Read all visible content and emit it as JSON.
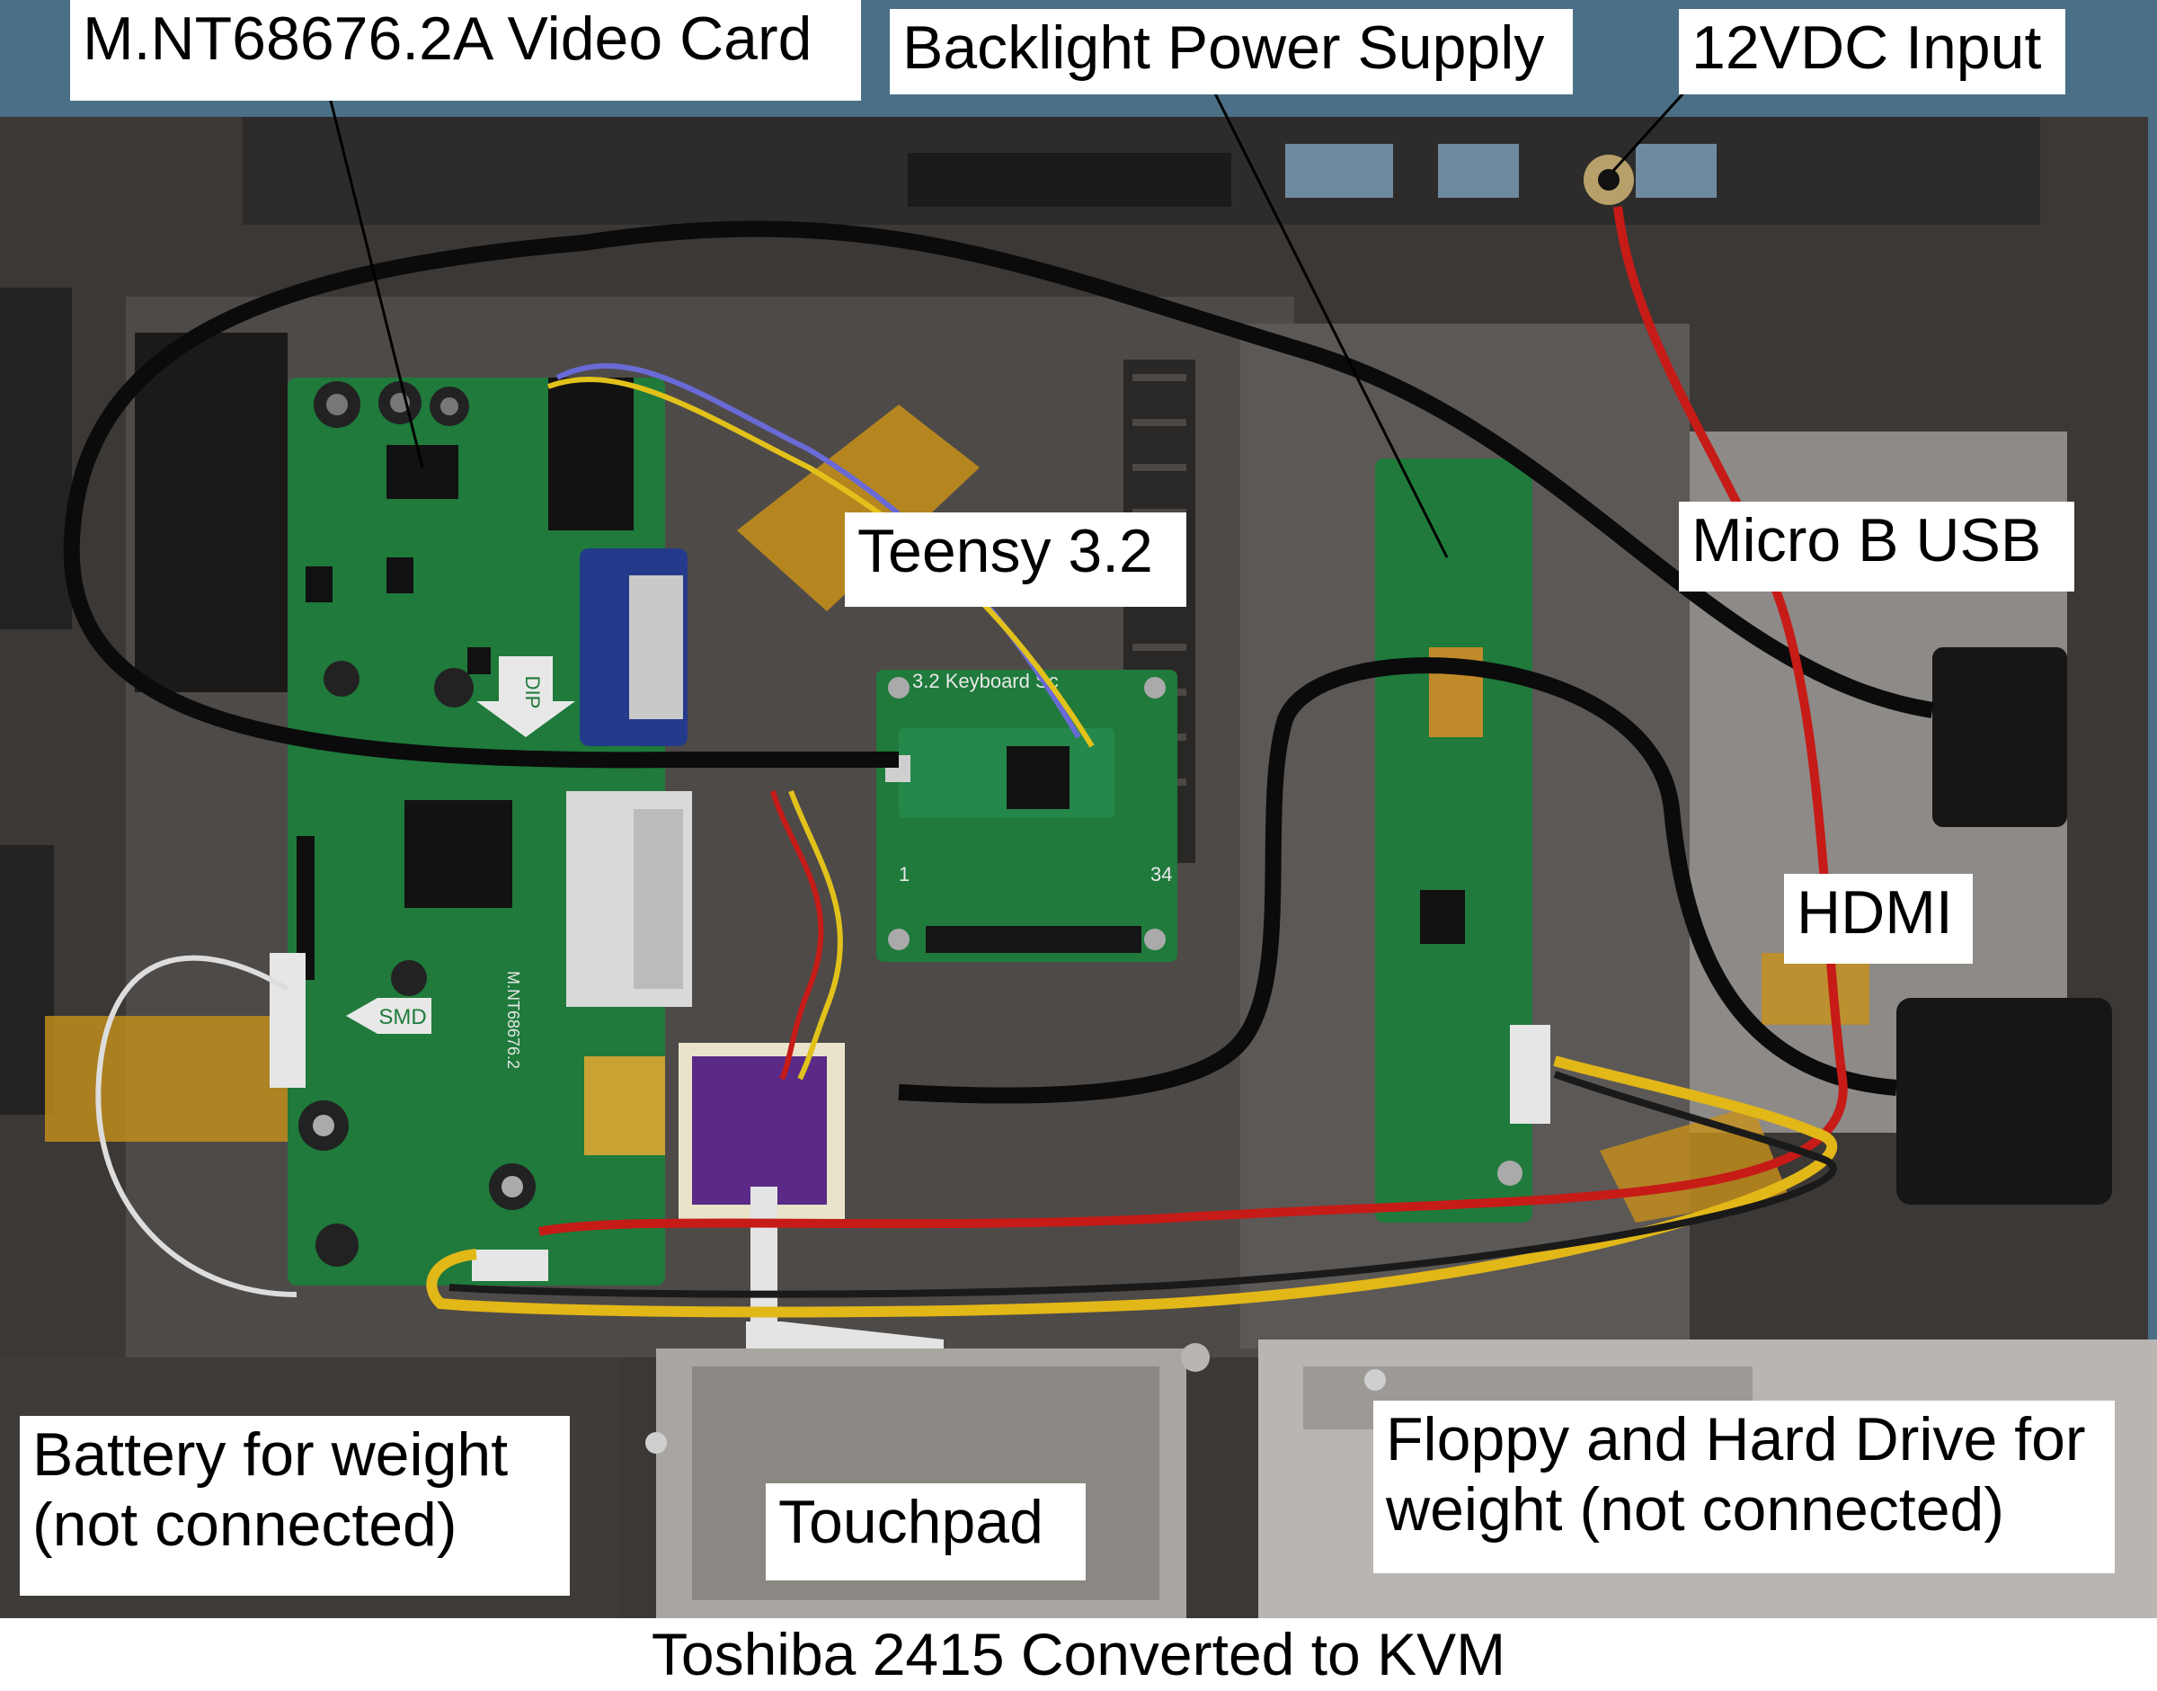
{
  "labels": {
    "video_card": "M.NT68676.2A Video Card",
    "backlight": "Backlight Power Supply",
    "dc_input": "12VDC Input",
    "teensy": "Teensy 3.2",
    "micro_usb": "Micro B USB",
    "hdmi": "HDMI",
    "battery": "Battery for weight\n(not connected)",
    "touchpad": "Touchpad",
    "drives": "Floppy and Hard Drive for\nweight (not connected)"
  },
  "board_text": {
    "dip": "DIP",
    "smd": "SMD",
    "model": "M.NT68676.2",
    "keyboard": "3.2 Keyboard Sc",
    "pin_1": "1",
    "pin_34": "34"
  },
  "caption": "Toshiba 2415 Converted to KVM",
  "colors": {
    "case": "#3b3836",
    "tray": "#565250",
    "pcb": "#1f7a3b",
    "purple_pcb": "#5a2a86",
    "kapton": "#c8901a",
    "cable": "#0b0b0b",
    "label_bg": "#ffffff"
  }
}
